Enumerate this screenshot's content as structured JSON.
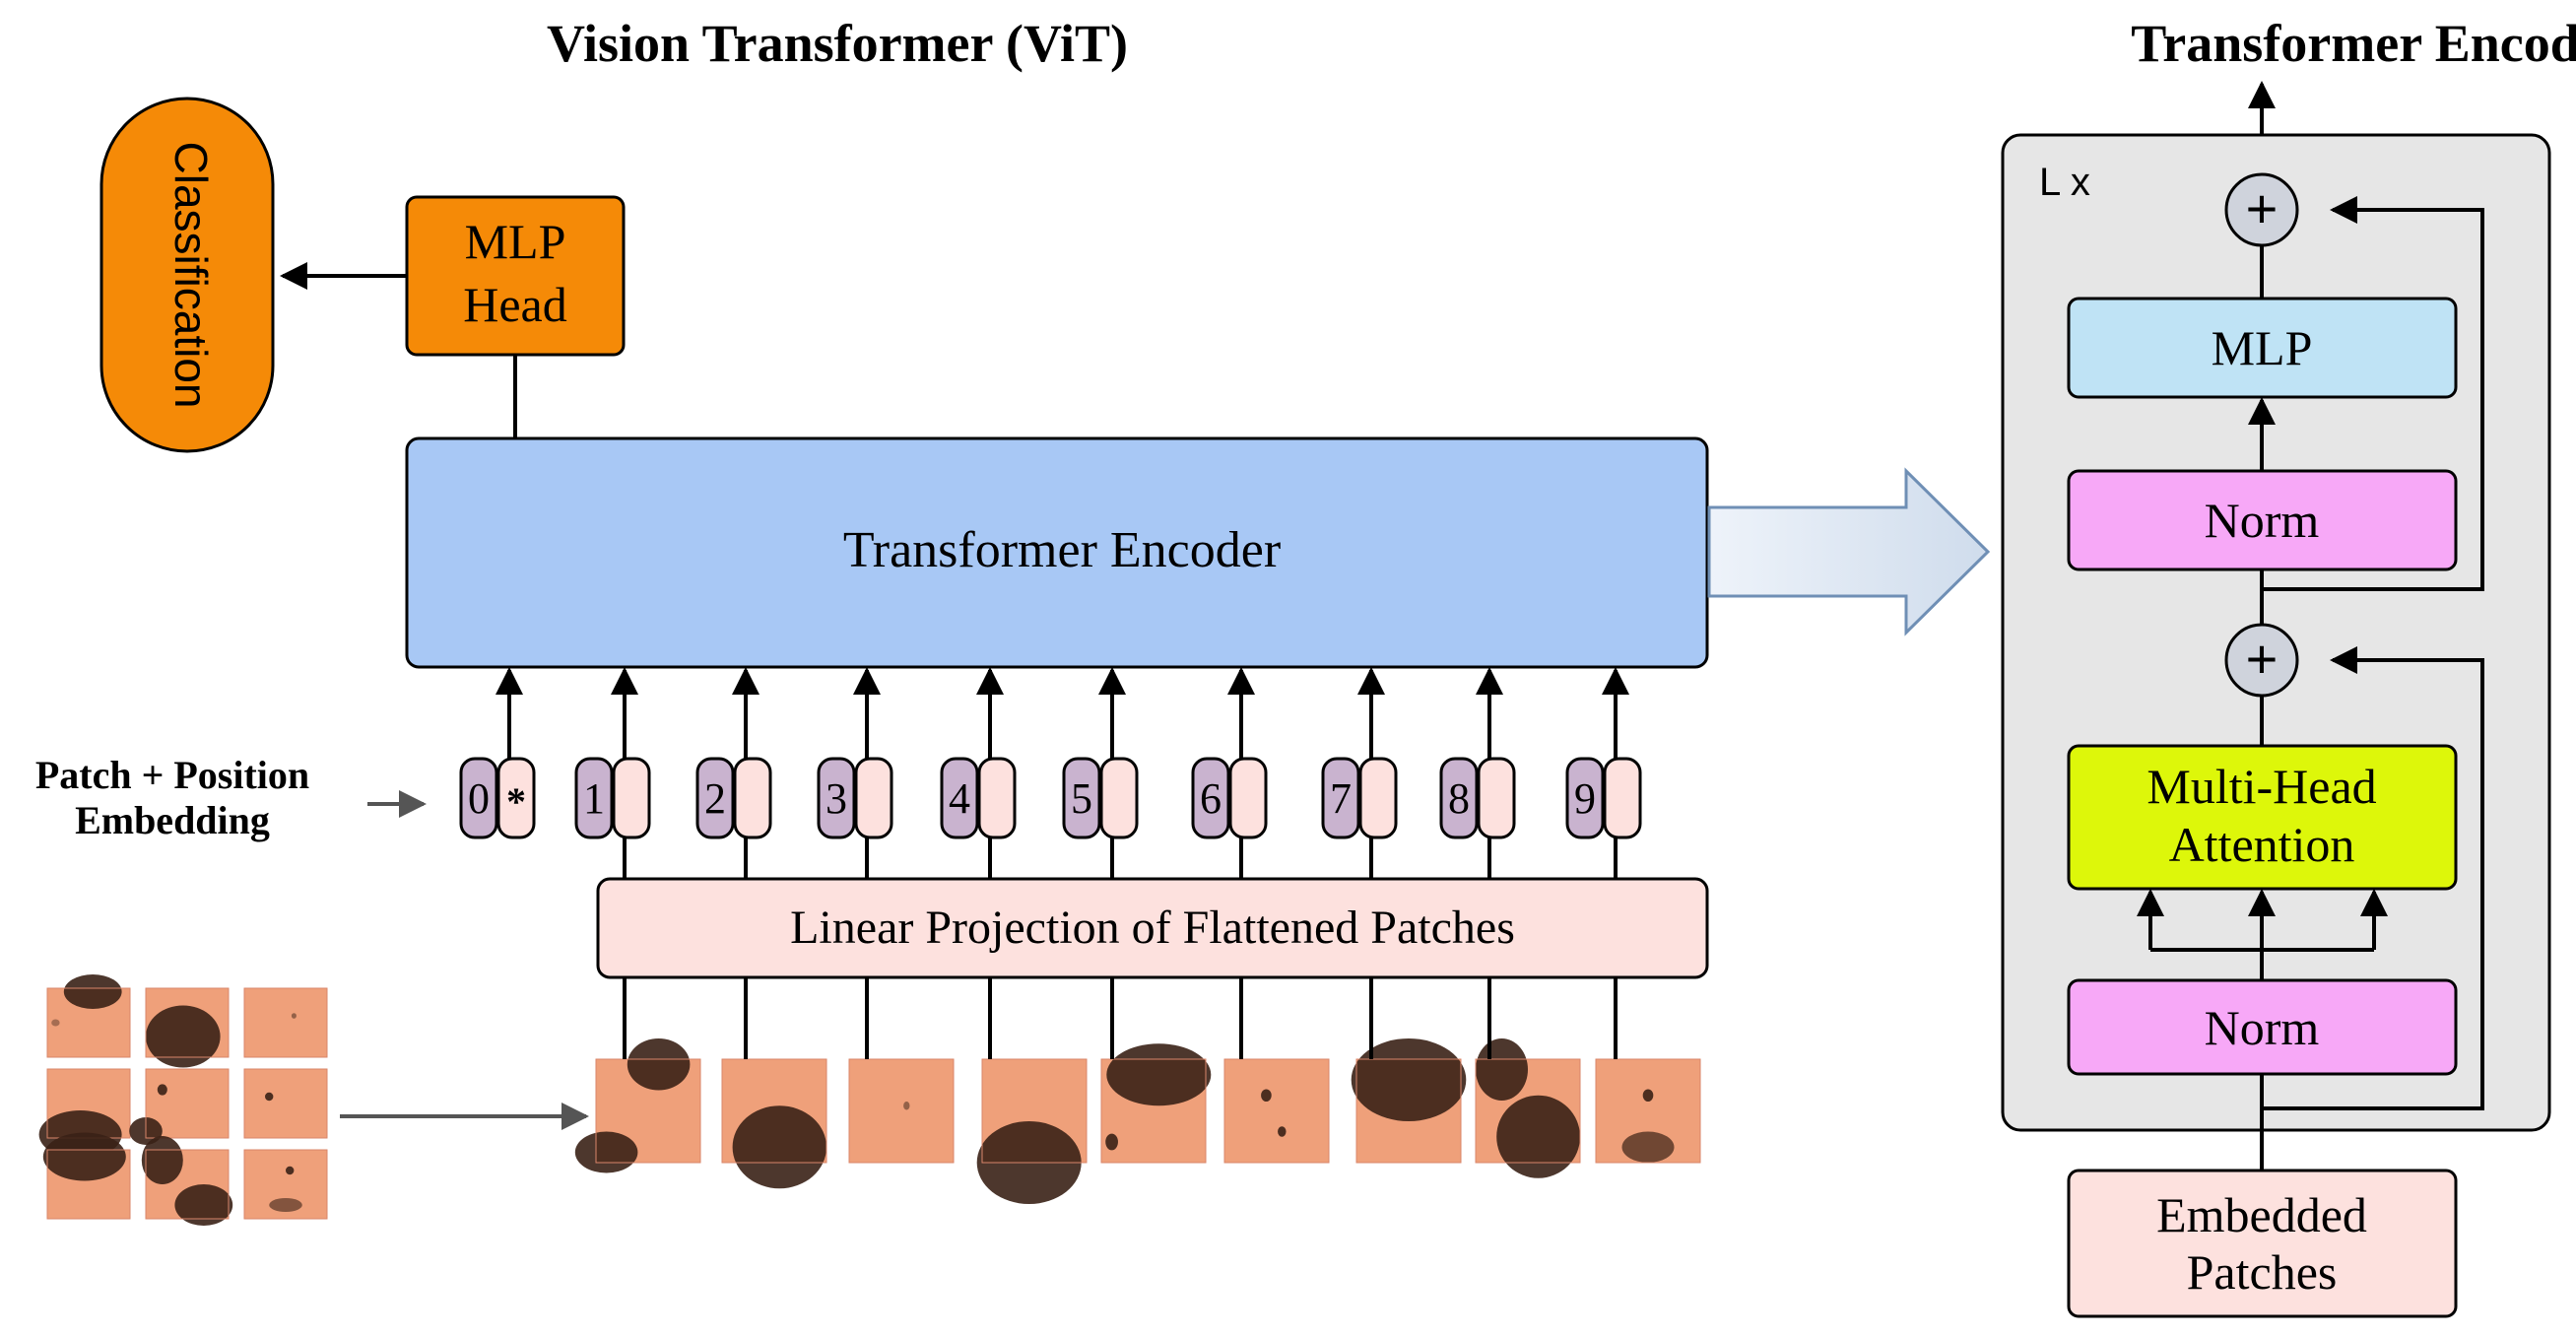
{
  "left": {
    "title": "Vision Transformer (ViT)",
    "classification_label": "Classification",
    "mlp_head_lines": [
      "MLP",
      "Head"
    ],
    "encoder_label": "Transformer Encoder",
    "embedding_label_lines": [
      "Patch + Position",
      "Embedding"
    ],
    "token_labels": [
      "0",
      "1",
      "2",
      "3",
      "4",
      "5",
      "6",
      "7",
      "8",
      "9"
    ],
    "class_token_symbol": "*",
    "projection_label": "Linear Projection of Flattened Patches"
  },
  "right": {
    "title": "Transformer Encoder",
    "repeat_label": "L x",
    "plus_symbol": "+",
    "mlp_label": "MLP",
    "norm_top_label": "Norm",
    "attention_lines": [
      "Multi-Head",
      "Attention"
    ],
    "norm_bottom_label": "Norm",
    "embedded_patches_lines": [
      "Embedded",
      "Patches"
    ]
  },
  "colors": {
    "classification_fill": "#f58a07",
    "mlp_head_fill": "#f58a07",
    "encoder_fill": "#a8c8f5",
    "token_index_fill": "#c9b3cf",
    "token_embed_fill": "#fde1de",
    "projection_fill": "#fde1de",
    "panel_fill": "#e6e6e6",
    "plus_fill": "#cfd3dc",
    "mlp_fill": "#bfe3f5",
    "norm_fill": "#f7a8f7",
    "attention_fill": "#ddf70a",
    "embedded_fill": "#fde1de",
    "patch_bg": "#efa07a",
    "patch_dark": "#3a2116"
  }
}
